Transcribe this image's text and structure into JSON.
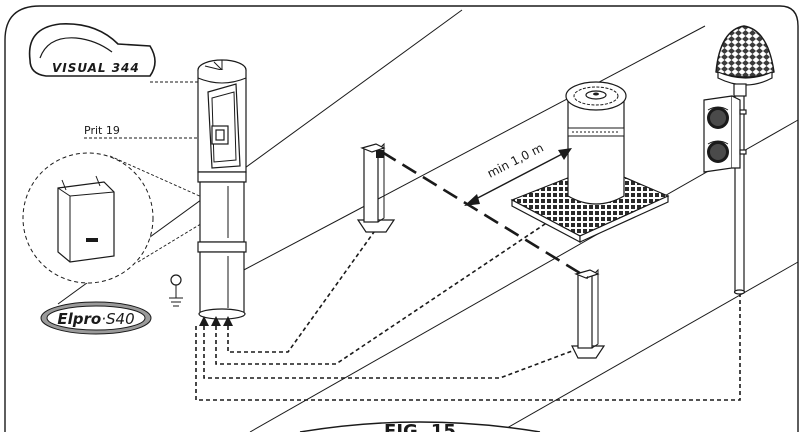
{
  "figure": {
    "caption": "FIG. 15",
    "labels": {
      "visual_logo": "VISUAL 344",
      "prit": "Prit 19",
      "distance": "min 1,0 m",
      "elpro_main": "Elpro",
      "elpro_dot": "·",
      "elpro_model": "S40"
    }
  },
  "colors": {
    "ink": "#1a1a1a",
    "background": "#ffffff",
    "badge_fill": "#9a9a9a"
  }
}
